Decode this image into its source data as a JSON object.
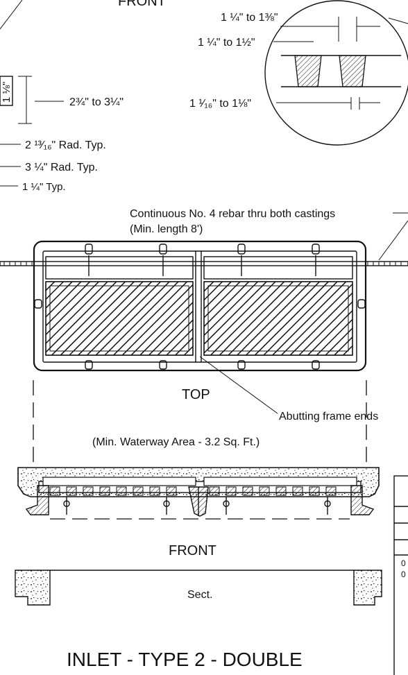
{
  "detail": {
    "title_front_top": "FRONT",
    "dim_top_gap": "1 ¼\" to 1⅜\"",
    "dim_bar_width": "1 ¼\" to 1½\"",
    "dim_bottom_gap": "1 ¹⁄₁₆\" to 1⅛\"",
    "dim_depth": "2¾\" to 3¼\"",
    "dim_vertical": "1 ⅛\""
  },
  "notes": {
    "rad_small": "2 ¹³⁄₁₆\" Rad. Typ.",
    "rad_large": "3 ¼\" Rad. Typ.",
    "typ": "1 ¼\" Typ."
  },
  "top_view": {
    "rebar_note_line1": "Continuous No. 4 rebar thru both castings",
    "rebar_note_line2": "(Min. length 8')",
    "label": "TOP",
    "abutting": "Abutting frame ends",
    "waterway": "(Min. Waterway Area - 3.2 Sq. Ft.)"
  },
  "front_view": {
    "label": "FRONT"
  },
  "section": {
    "label": "Sect."
  },
  "title_block": {
    "row_text_1": "0",
    "row_text_2": "0"
  },
  "drawing_title": "INLET - TYPE 2 - DOUBLE"
}
